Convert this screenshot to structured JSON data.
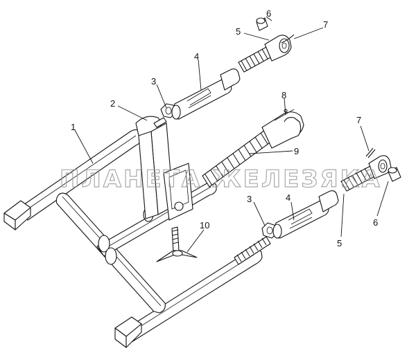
{
  "diagram": {
    "watermark": "ПЛАНЕТА ЖЕЛЕЗЯКА",
    "callouts": [
      "1",
      "2",
      "3",
      "4",
      "5",
      "6",
      "7",
      "8",
      "9",
      "10",
      "3",
      "4",
      "5",
      "6",
      "7"
    ]
  }
}
